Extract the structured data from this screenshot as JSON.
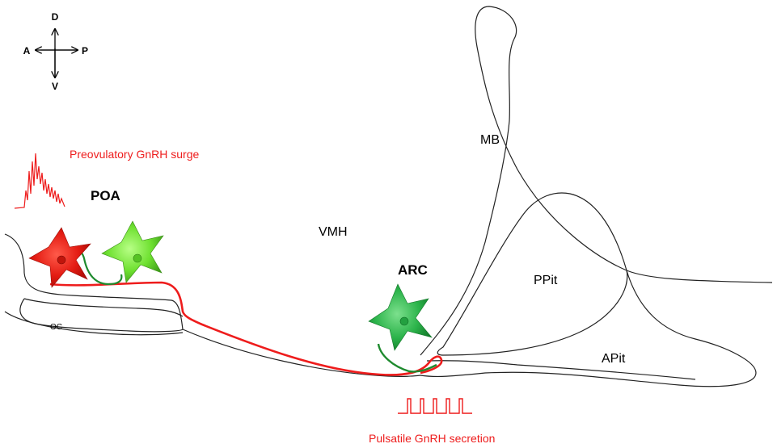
{
  "compass": {
    "up": "D",
    "down": "V",
    "left": "A",
    "right": "P"
  },
  "regions": {
    "poa": "POA",
    "vmh": "VMH",
    "arc": "ARC",
    "mb": "MB",
    "ppit": "PPit",
    "apit": "APit",
    "oc": "OC"
  },
  "annotations": {
    "surge": "Preovulatory GnRH surge",
    "pulsatile": "Pulsatile GnRH secretion"
  },
  "colors": {
    "outline": "#222222",
    "gnrh_red": "#ee1c1c",
    "poa_green": "#6ee030",
    "arc_green": "#2bb34a",
    "axon_green": "#1e8a2e"
  }
}
